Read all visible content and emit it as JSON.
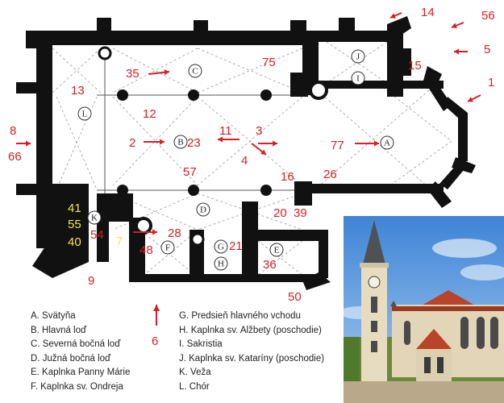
{
  "legend": {
    "left": [
      {
        "letter": "A",
        "text": "A. Svätyňa"
      },
      {
        "letter": "B",
        "text": "B. Hlavná loď"
      },
      {
        "letter": "C",
        "text": "C. Severná bočná loď"
      },
      {
        "letter": "D",
        "text": "D. Južná bočná loď"
      },
      {
        "letter": "E",
        "text": "E. Kaplnka Panny Márie"
      },
      {
        "letter": "F",
        "text": "F. Kaplnka sv. Ondreja"
      }
    ],
    "right": [
      {
        "letter": "G",
        "text": "G. Predsieň hlavného vchodu"
      },
      {
        "letter": "H",
        "text": "H. Kaplnka sv. Alžbety (poschodie)"
      },
      {
        "letter": "I",
        "text": "I. Sakristia"
      },
      {
        "letter": "J",
        "text": "J. Kaplnka sv. Kataríny (poschodie)"
      },
      {
        "letter": "K",
        "text": "K. Veža"
      },
      {
        "letter": "L",
        "text": "L. Chór"
      }
    ]
  },
  "room_letters": [
    "A",
    "B",
    "C",
    "D",
    "E",
    "F",
    "G",
    "H",
    "I",
    "J",
    "K",
    "L"
  ],
  "markers": {
    "red": [
      "14",
      "56",
      "5",
      "15",
      "1",
      "35",
      "75",
      "13",
      "12",
      "8",
      "66",
      "2",
      "23",
      "11",
      "3",
      "4",
      "77",
      "57",
      "16",
      "26",
      "20",
      "39",
      "28",
      "21",
      "48",
      "36",
      "9",
      "50",
      "6"
    ],
    "yellow": [
      "41",
      "55",
      "40",
      "54",
      "7"
    ]
  },
  "colors": {
    "marker_red": "#d42026",
    "marker_yellow": "#f2e64a",
    "wall": "#111111",
    "sky": "#5b9be0",
    "roof": "#b8442a",
    "facade": "#e8dcc0"
  }
}
